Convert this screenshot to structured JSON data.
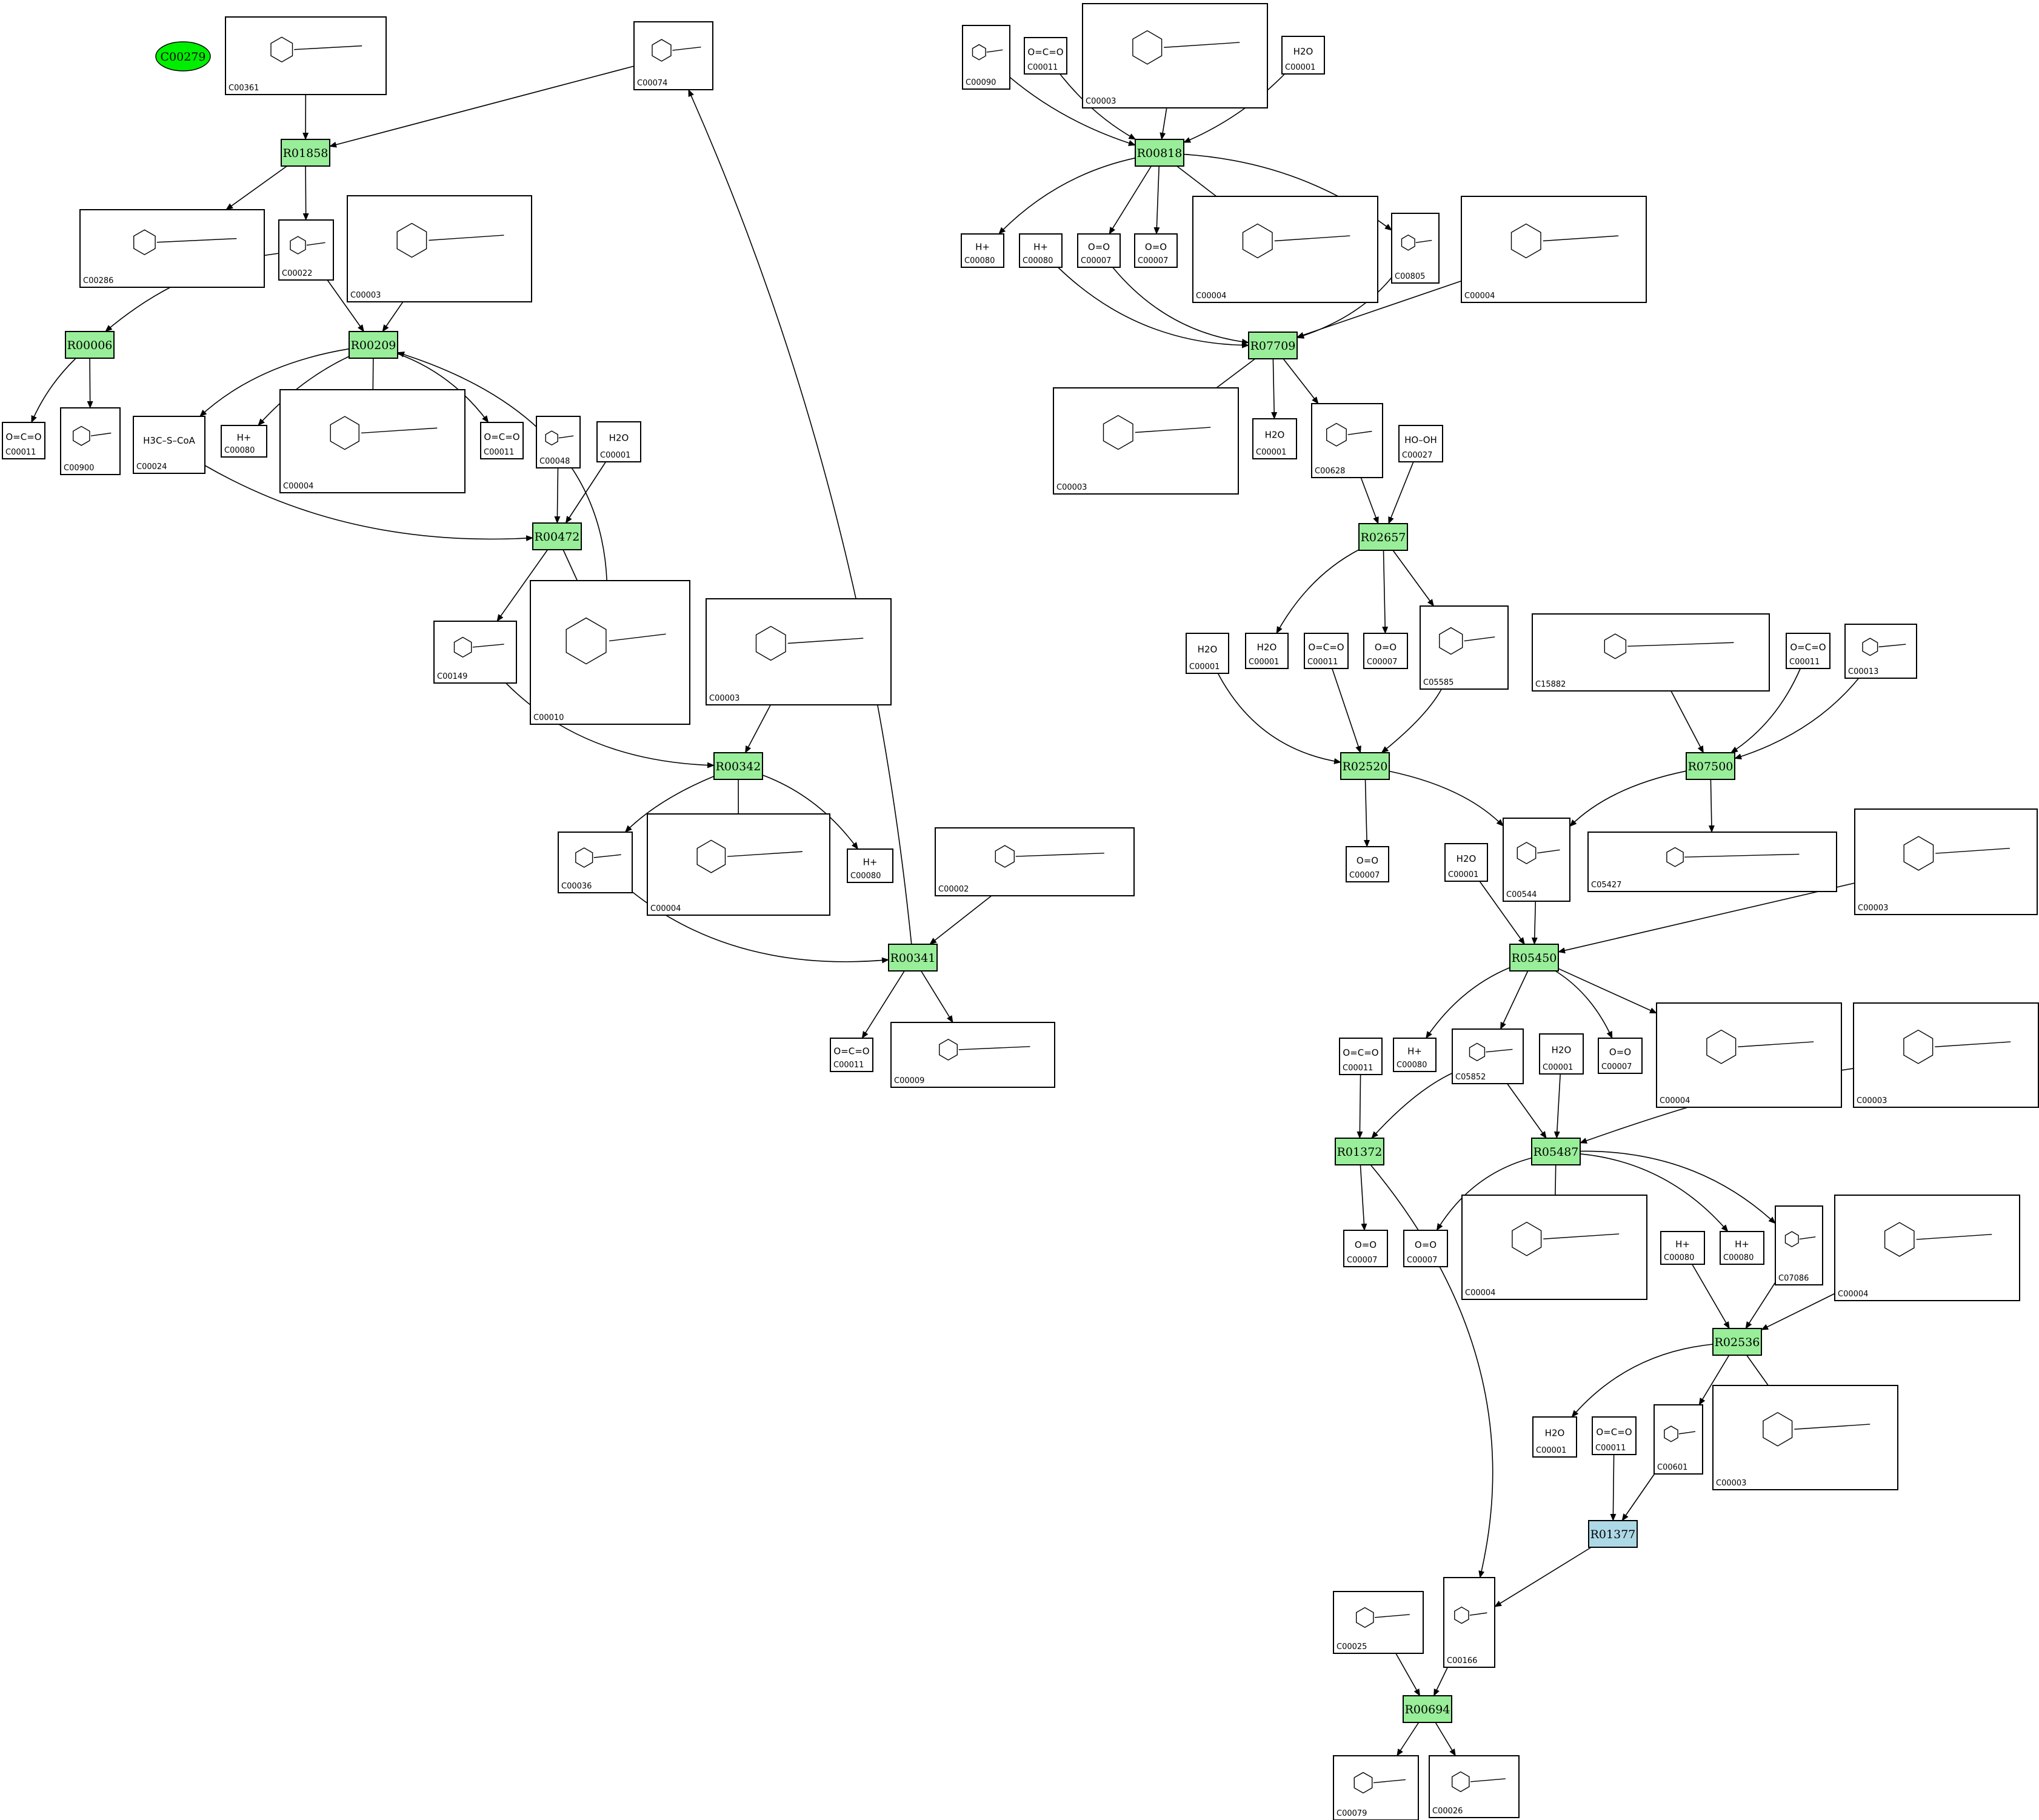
{
  "title_node": {
    "label": "C00279",
    "color": "#00ee00"
  },
  "colors": {
    "reaction": "#99ee99",
    "reaction_highlight": "#add8e6"
  },
  "reactions": [
    {
      "id": "R01858"
    },
    {
      "id": "R00006"
    },
    {
      "id": "R00209"
    },
    {
      "id": "R00472"
    },
    {
      "id": "R00342"
    },
    {
      "id": "R00341"
    },
    {
      "id": "R00818"
    },
    {
      "id": "R07709"
    },
    {
      "id": "R02657"
    },
    {
      "id": "R02520"
    },
    {
      "id": "R07500"
    },
    {
      "id": "R05450"
    },
    {
      "id": "R01372"
    },
    {
      "id": "R05487"
    },
    {
      "id": "R02536"
    },
    {
      "id": "R01377",
      "highlight": true
    },
    {
      "id": "R00694"
    }
  ],
  "compounds": [
    {
      "id": "C00361",
      "formula": ""
    },
    {
      "id": "C00074",
      "formula": ""
    },
    {
      "id": "C00286",
      "formula": ""
    },
    {
      "id": "C00022",
      "formula": ""
    },
    {
      "id": "C00003",
      "formula": ""
    },
    {
      "id": "C00011",
      "formula": "O=C=O"
    },
    {
      "id": "C00900",
      "formula": ""
    },
    {
      "id": "C00024",
      "formula": "H3C–S–CoA"
    },
    {
      "id": "C00080",
      "formula": "H+"
    },
    {
      "id": "C00004",
      "formula": ""
    },
    {
      "id": "C00011",
      "formula": "O=C=O"
    },
    {
      "id": "C00048",
      "formula": ""
    },
    {
      "id": "C00001",
      "formula": "H2O"
    },
    {
      "id": "C00149",
      "formula": ""
    },
    {
      "id": "C00010",
      "formula": ""
    },
    {
      "id": "C00003",
      "formula": ""
    },
    {
      "id": "C00036",
      "formula": ""
    },
    {
      "id": "C00004",
      "formula": ""
    },
    {
      "id": "C00080",
      "formula": "H+"
    },
    {
      "id": "C00002",
      "formula": ""
    },
    {
      "id": "C00011",
      "formula": "O=C=O"
    },
    {
      "id": "C00009",
      "formula": ""
    },
    {
      "id": "C00090",
      "formula": ""
    },
    {
      "id": "C00011",
      "formula": "O=C=O"
    },
    {
      "id": "C00003",
      "formula": ""
    },
    {
      "id": "C00001",
      "formula": "H2O"
    },
    {
      "id": "C00080",
      "formula": "H+"
    },
    {
      "id": "C00080",
      "formula": "H+"
    },
    {
      "id": "C00007",
      "formula": "O=O"
    },
    {
      "id": "C00007",
      "formula": "O=O"
    },
    {
      "id": "C00004",
      "formula": ""
    },
    {
      "id": "C00805",
      "formula": ""
    },
    {
      "id": "C00004",
      "formula": ""
    },
    {
      "id": "C00003",
      "formula": ""
    },
    {
      "id": "C00001",
      "formula": "H2O"
    },
    {
      "id": "C00628",
      "formula": ""
    },
    {
      "id": "C00027",
      "formula": "HO–OH"
    },
    {
      "id": "C00001",
      "formula": "H2O"
    },
    {
      "id": "C00001",
      "formula": "H2O"
    },
    {
      "id": "C00011",
      "formula": "O=C=O"
    },
    {
      "id": "C00007",
      "formula": "O=O"
    },
    {
      "id": "C05585",
      "formula": ""
    },
    {
      "id": "C15882",
      "formula": ""
    },
    {
      "id": "C00011",
      "formula": "O=C=O"
    },
    {
      "id": "C00013",
      "formula": ""
    },
    {
      "id": "C00007",
      "formula": "O=O"
    },
    {
      "id": "C00001",
      "formula": "H2O"
    },
    {
      "id": "C00544",
      "formula": ""
    },
    {
      "id": "C05427",
      "formula": ""
    },
    {
      "id": "C00003",
      "formula": ""
    },
    {
      "id": "C00011",
      "formula": "O=C=O"
    },
    {
      "id": "C00080",
      "formula": "H+"
    },
    {
      "id": "C05852",
      "formula": ""
    },
    {
      "id": "C00001",
      "formula": "H2O"
    },
    {
      "id": "C00007",
      "formula": "O=O"
    },
    {
      "id": "C00004",
      "formula": ""
    },
    {
      "id": "C00003",
      "formula": ""
    },
    {
      "id": "C00007",
      "formula": "O=O"
    },
    {
      "id": "C00007",
      "formula": "O=O"
    },
    {
      "id": "C00004",
      "formula": ""
    },
    {
      "id": "C00080",
      "formula": "H+"
    },
    {
      "id": "C00080",
      "formula": "H+"
    },
    {
      "id": "C07086",
      "formula": ""
    },
    {
      "id": "C00004",
      "formula": ""
    },
    {
      "id": "C00001",
      "formula": "H2O"
    },
    {
      "id": "C00011",
      "formula": "O=C=O"
    },
    {
      "id": "C00601",
      "formula": ""
    },
    {
      "id": "C00003",
      "formula": ""
    },
    {
      "id": "C00025",
      "formula": ""
    },
    {
      "id": "C00166",
      "formula": ""
    },
    {
      "id": "C00079",
      "formula": ""
    },
    {
      "id": "C00026",
      "formula": ""
    }
  ]
}
